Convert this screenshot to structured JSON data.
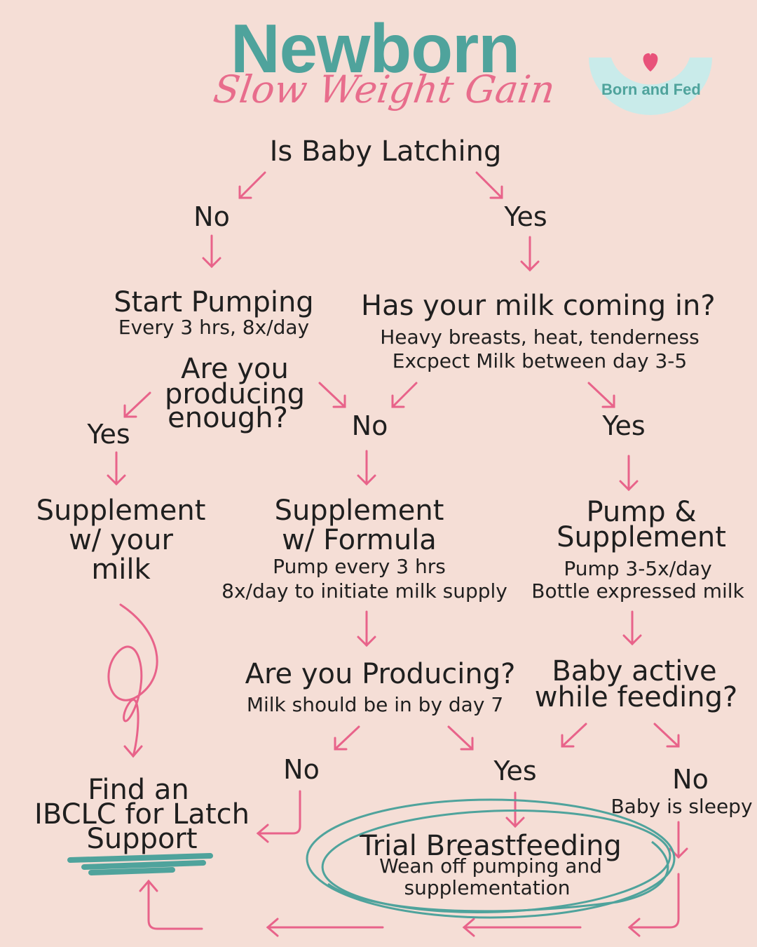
{
  "header": {
    "title": "Newborn",
    "subtitle": "Slow Weight Gain"
  },
  "logo": {
    "text": "Born and Fed",
    "icon": "heart-icon",
    "color_bg": "#c9ebea",
    "color_text": "#4fa39c",
    "color_heart": "#e8527a"
  },
  "colors": {
    "arrow": "#e8638a",
    "teal": "#4fa39c",
    "background": "#f5ded6"
  },
  "nodes": {
    "root": "Is Baby Latching",
    "latch_no": "No",
    "latch_yes": "Yes",
    "start_pumping": {
      "title": "Start Pumping",
      "detail": "Every 3 hrs, 8x/day"
    },
    "producing_enough": {
      "line1": "Are you",
      "line2": "producing",
      "line3": "enough?"
    },
    "milk_coming": {
      "title": "Has your milk coming in?",
      "detail1": "Heavy breasts, heat, tenderness",
      "detail2": "Excpect Milk between day 3-5"
    },
    "enough_yes": "Yes",
    "mid_no": "No",
    "milk_yes": "Yes",
    "supp_your_milk": {
      "line1": "Supplement",
      "line2": "w/ your",
      "line3": "milk"
    },
    "supp_formula": {
      "line1": "Supplement",
      "line2": "w/ Formula",
      "detail1": "Pump every 3 hrs",
      "detail2": "8x/day to initiate milk supply"
    },
    "pump_supplement": {
      "line1": "Pump &",
      "line2": "Supplement",
      "detail1": "Pump 3-5x/day",
      "detail2": "Bottle expressed milk"
    },
    "are_producing": {
      "title": "Are you Producing?",
      "detail": "Milk should be in by day 7"
    },
    "baby_active": {
      "line1": "Baby active",
      "line2": "while feeding?"
    },
    "producing_no": "No",
    "producing_yes": "Yes",
    "active_no": {
      "label": "No",
      "detail": "Baby is sleepy"
    },
    "ibclc": {
      "line1": "Find an",
      "line2": "IBCLC for  Latch",
      "line3": "Support"
    },
    "trial": {
      "title": "Trial Breastfeeding",
      "detail1": "Wean off pumping and",
      "detail2": "supplementation"
    }
  }
}
